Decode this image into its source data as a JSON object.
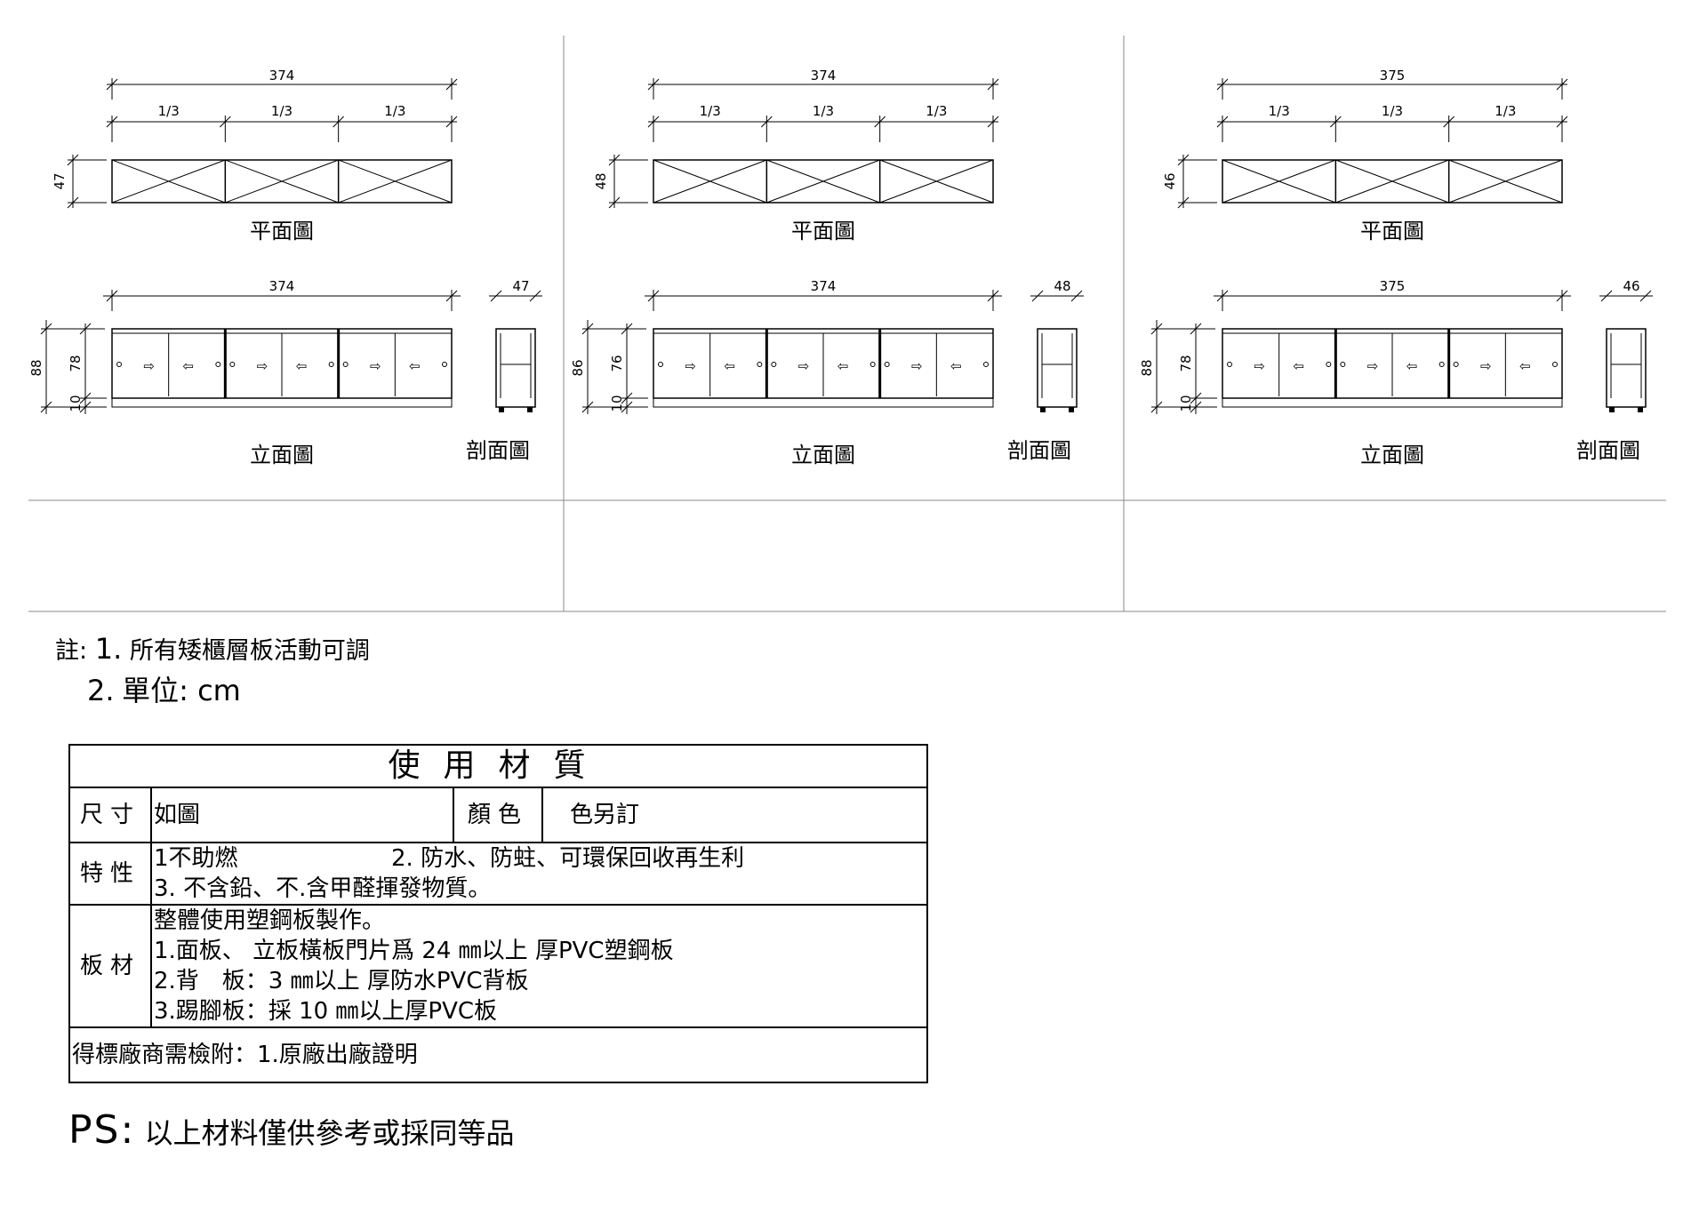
{
  "panels": [
    {
      "total_width": "374",
      "divisions": [
        "1/3",
        "1/3",
        "1/3"
      ],
      "depth": "47",
      "height": "88",
      "body_height": "78",
      "base_height": "10",
      "plan_label": "平面圖",
      "elevation_label": "立面圖",
      "section_label": "剖面圖"
    },
    {
      "total_width": "374",
      "divisions": [
        "1/3",
        "1/3",
        "1/3"
      ],
      "depth": "48",
      "height": "86",
      "body_height": "76",
      "base_height": "10",
      "plan_label": "平面圖",
      "elevation_label": "立面圖",
      "section_label": "剖面圖"
    },
    {
      "total_width": "375",
      "divisions": [
        "1/3",
        "1/3",
        "1/3"
      ],
      "depth": "46",
      "height": "88",
      "body_height": "78",
      "base_height": "10",
      "plan_label": "平面圖",
      "elevation_label": "立面圖",
      "section_label": "剖面圖"
    }
  ],
  "notes": {
    "prefix": "註:",
    "n1_num": "1.",
    "n1_text": "所有矮櫃層板活動可調",
    "n2_num": "2.",
    "n2_text": "單位: cm"
  },
  "spec_table": {
    "title": "使用材質",
    "size_label": "尺寸",
    "size_value": "如圖",
    "color_label": "顏色",
    "color_value": "色另訂",
    "property_label": "特性",
    "property_line1a": "1不助燃",
    "property_line1b": "2. 防水、防蛀、可環保回收再生利",
    "property_line2": "3. 不含鉛、不.含甲醛揮發物質。",
    "board_label": "板材",
    "board_lines": [
      "整體使用塑鋼板製作。",
      "1.面板、 立板橫板門片爲 24 ㎜以上 厚PVC塑鋼板",
      "2.背　板：3 ㎜以上 厚防水PVC背板",
      "3.踢腳板：採 10 ㎜以上厚PVC板"
    ],
    "footer": "得標廠商需檢附：1.原廠出廠證明"
  },
  "ps": {
    "lead": "PS:",
    "text": "以上材料僅供參考或採同等品"
  }
}
